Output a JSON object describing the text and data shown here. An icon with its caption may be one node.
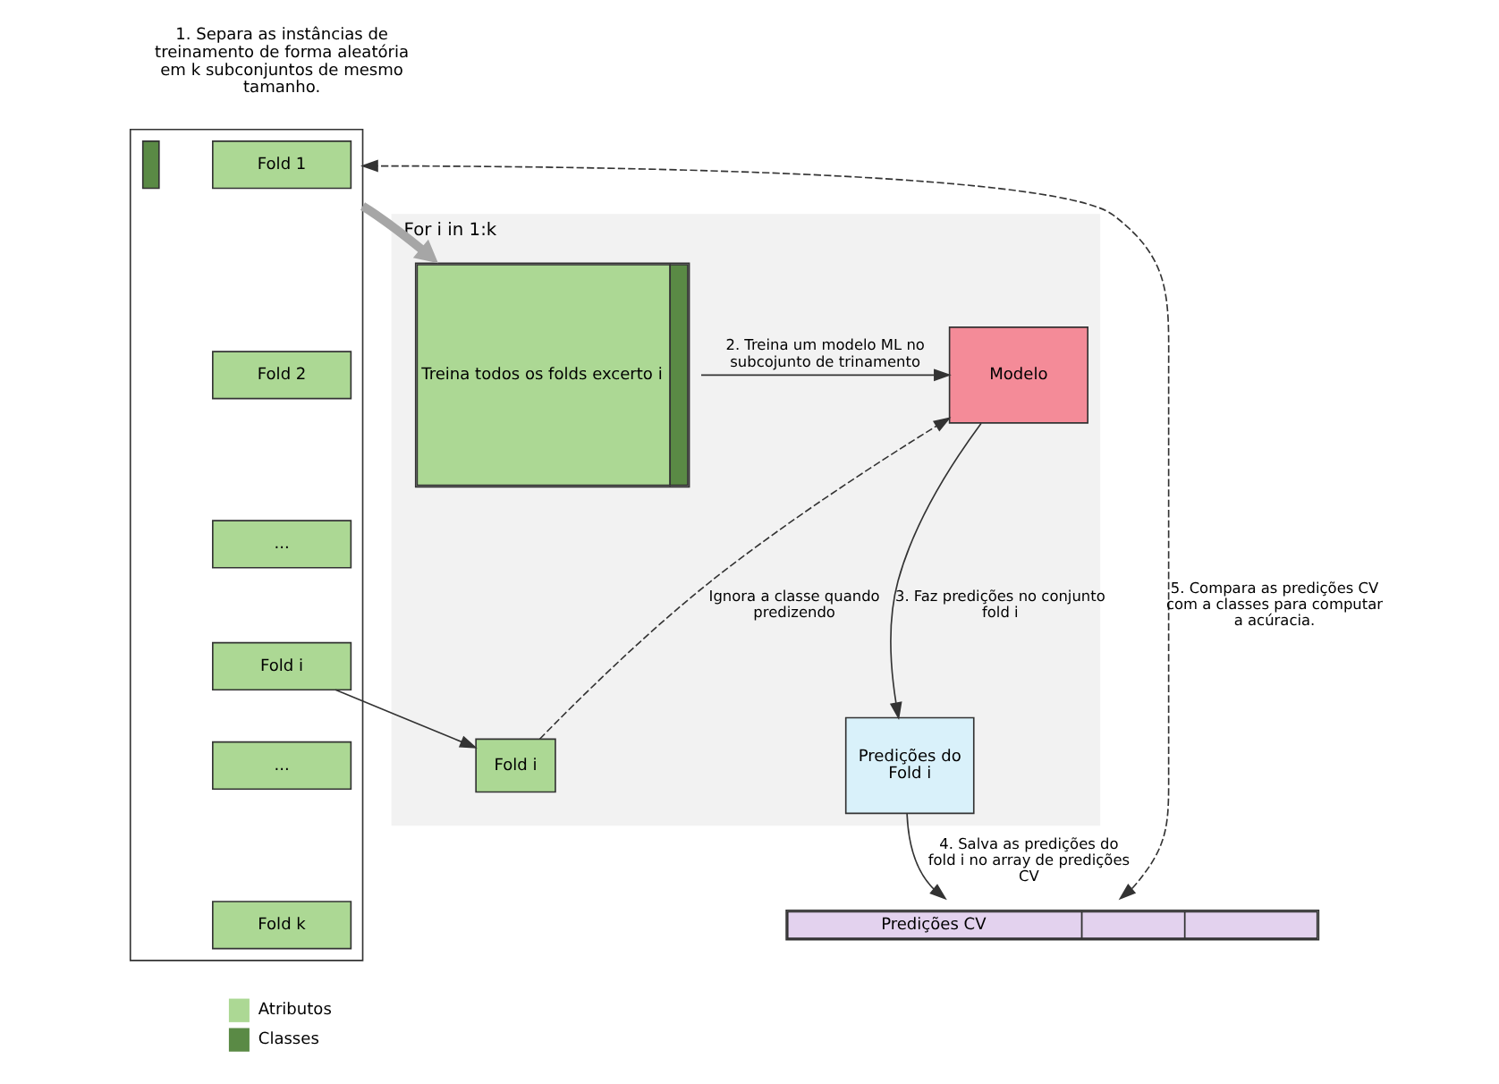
{
  "diagram": {
    "nodes": [
      {
        "text": [],
        "shape": "box"
      },
      {
        "text": [
          "Fold 1"
        ],
        "in": 0
      },
      {
        "text": [
          "Fold 2"
        ],
        "in": 0
      },
      {
        "text": [
          "..."
        ],
        "in": 0
      },
      {
        "text": [
          "Fold i"
        ],
        "in": 0
      },
      {
        "text": [
          "..."
        ],
        "in": 0
      },
      {
        "text": [
          "Fold k"
        ],
        "in": 0
      },
      {
        "text": [],
        "shape": "bar",
        "in": 0
      },
      {
        "text": [
          "For i in 1:k"
        ]
      },
      {
        "text": [
          "Treina todos os folds excerto i"
        ],
        "in": 8
      },
      {
        "text": [
          "Fold i"
        ],
        "in": 8
      },
      {
        "text": [
          "Modelo"
        ],
        "in": 8
      },
      {
        "text": [
          "Predições do Fold i"
        ],
        "in": 8
      },
      {
        "text": [
          "Predições CV"
        ]
      }
    ],
    "edges": [
      {
        "from": 0,
        "to": 9,
        "arrow": "to",
        "style": "thick",
        "color": "#a6a6a6"
      },
      {
        "from": 4,
        "to": 10,
        "arrow": "to"
      },
      {
        "from": 9,
        "to": 11,
        "arrow": "to",
        "label": "2. Treina um modelo ML no subcojunto de trinamento"
      },
      {
        "from": 10,
        "to": 11,
        "arrow": "to",
        "style": "dashed",
        "label": "Ignora a classe quando predizendo"
      },
      {
        "from": 11,
        "to": 12,
        "arrow": "to",
        "label": "3. Faz predições no conjunto fold i"
      },
      {
        "from": 12,
        "to": 13,
        "arrow": "to",
        "label": "4. Salva as predições do fold i no array de predições CV"
      },
      {
        "from": 13,
        "to": 0,
        "arrow": "both",
        "style": "dashed",
        "label": "5. Compara as predições CV com a classes para computar a acúracia."
      }
    ],
    "labels": [
      "1. Separa as instâncias de treinamento de forma aleatória em k subconjuntos de mesmo tamanho."
    ],
    "legend": [
      {
        "text": "Atributos",
        "color": "#acd894"
      },
      {
        "text": "Classes",
        "color": "#5a8a45"
      }
    ]
  }
}
